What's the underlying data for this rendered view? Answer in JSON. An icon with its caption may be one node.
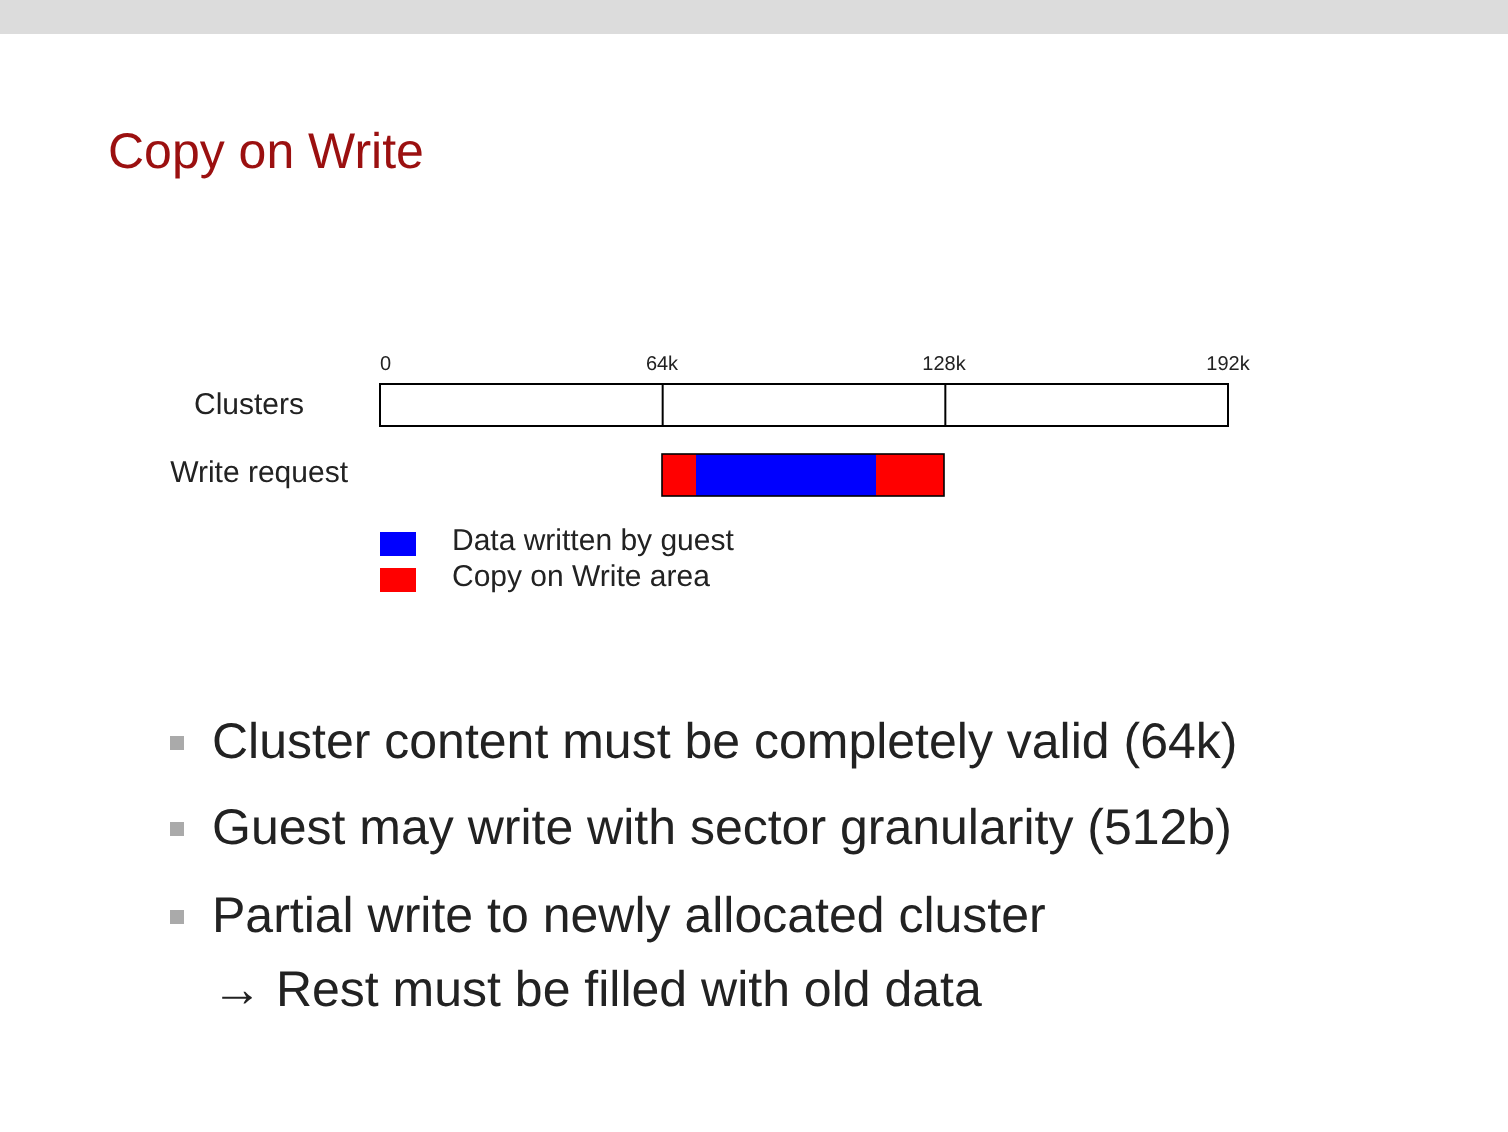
{
  "diagram": {
    "title": "Copy on Write",
    "labels": [
      "0",
      "64k",
      "128k",
      "192k",
      "Clusters",
      "Write request",
      "Cluster content must be completely valid (64k)",
      "Guest may write with sector granularity (512b)",
      "Partial write to newly allocated cluster",
      "→ Rest must be filled with old data"
    ],
    "legend": [
      {
        "text": "Data written by guest",
        "color": "#0000ff"
      },
      {
        "text": "Copy on Write area",
        "color": "#ff0000"
      }
    ]
  }
}
